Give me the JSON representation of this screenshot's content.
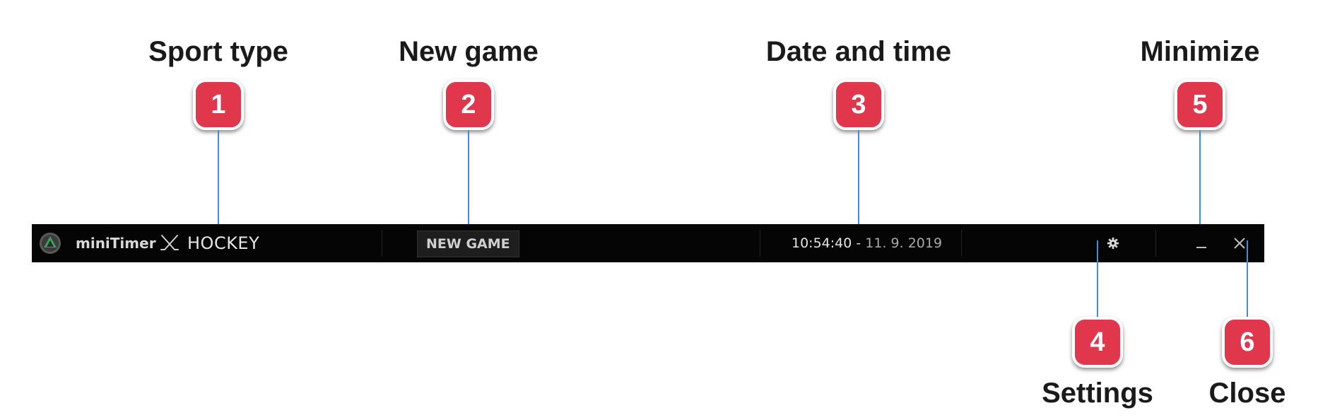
{
  "callouts": [
    {
      "number": "1",
      "title": "Sport type"
    },
    {
      "number": "2",
      "title": "New game"
    },
    {
      "number": "3",
      "title": "Date and time"
    },
    {
      "number": "4",
      "title": "Settings"
    },
    {
      "number": "5",
      "title": "Minimize"
    },
    {
      "number": "6",
      "title": "Close"
    }
  ],
  "titlebar": {
    "app_icon": "app-logo-icon",
    "app_name": "miniTimer",
    "sport_icon": "hockey-sticks-icon",
    "sport_label": "HOCKEY",
    "new_game_label": "NEW GAME",
    "time": "10:54:40",
    "date_separator": " - ",
    "date": "11. 9. 2019",
    "settings_icon": "gear-icon",
    "minimize_icon": "minimize-icon",
    "close_icon": "close-icon"
  },
  "colors": {
    "badge": "#e0374d",
    "leader": "#3a8fe0",
    "titlebar_bg": "#050505",
    "logo_accent": "#3aa05a"
  }
}
